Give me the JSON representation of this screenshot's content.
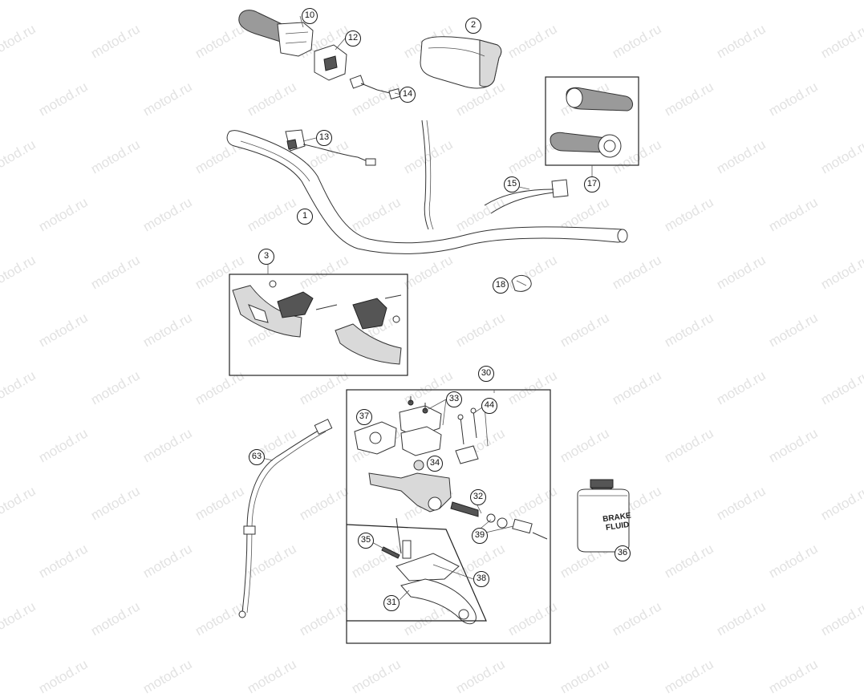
{
  "watermark": {
    "text": "motod.ru",
    "color": "#e2e2e2"
  },
  "callouts": [
    {
      "id": "10",
      "label": "10"
    },
    {
      "id": "12",
      "label": "12"
    },
    {
      "id": "2",
      "label": "2"
    },
    {
      "id": "14",
      "label": "14"
    },
    {
      "id": "13",
      "label": "13"
    },
    {
      "id": "17",
      "label": "17"
    },
    {
      "id": "15",
      "label": "15"
    },
    {
      "id": "1",
      "label": "1"
    },
    {
      "id": "3",
      "label": "3"
    },
    {
      "id": "18",
      "label": "18"
    },
    {
      "id": "30",
      "label": "30"
    },
    {
      "id": "33",
      "label": "33"
    },
    {
      "id": "44",
      "label": "44"
    },
    {
      "id": "37",
      "label": "37"
    },
    {
      "id": "34",
      "label": "34"
    },
    {
      "id": "63",
      "label": "63"
    },
    {
      "id": "32",
      "label": "32"
    },
    {
      "id": "39",
      "label": "39"
    },
    {
      "id": "35",
      "label": "35"
    },
    {
      "id": "38",
      "label": "38"
    },
    {
      "id": "31",
      "label": "31"
    },
    {
      "id": "36",
      "label": "36"
    }
  ],
  "bottle_label": {
    "line1": "BRAKE",
    "line2": "FLUID"
  },
  "colors": {
    "line": "#333333",
    "background": "#ffffff"
  }
}
